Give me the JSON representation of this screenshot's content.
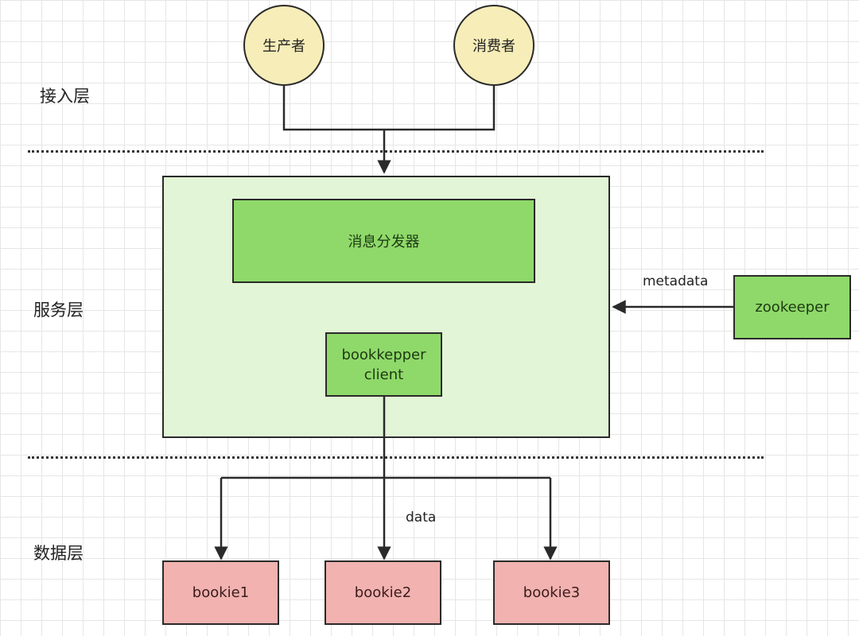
{
  "layers": {
    "access": "接入层",
    "service": "服务层",
    "data": "数据层"
  },
  "nodes": {
    "producer": "生产者",
    "consumer": "消费者",
    "dispatcher": "消息分发器",
    "bookkeeper_client_line1": "bookkepper",
    "bookkeeper_client_line2": "client",
    "zookeeper": "zookeeper",
    "bookie1": "bookie1",
    "bookie2": "bookie2",
    "bookie3": "bookie3"
  },
  "edges": {
    "metadata": "metadata",
    "data": "data"
  },
  "colors": {
    "circle_fill": "#f6edb8",
    "service_fill": "#e2f5d6",
    "green_fill": "#8fd96a",
    "pink_fill": "#f1b2b0"
  }
}
